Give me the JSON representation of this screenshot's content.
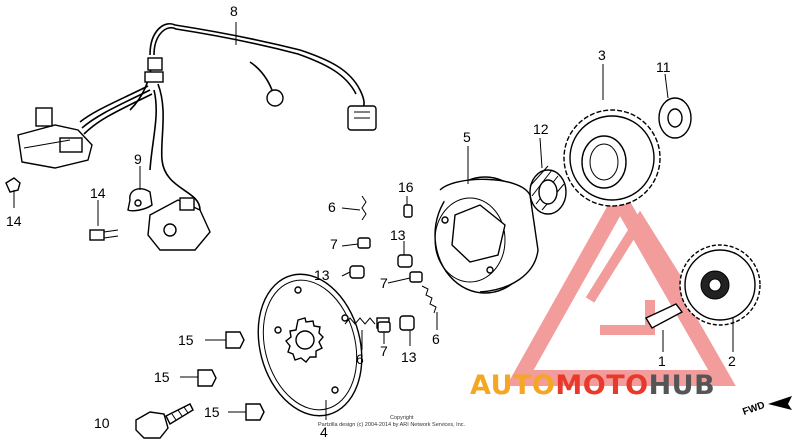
{
  "callouts": [
    {
      "id": "c1",
      "text": "1"
    },
    {
      "id": "c2",
      "text": "2"
    },
    {
      "id": "c3",
      "text": "3"
    },
    {
      "id": "c4",
      "text": "4"
    },
    {
      "id": "c5",
      "text": "5"
    },
    {
      "id": "c6a",
      "text": "6"
    },
    {
      "id": "c6b",
      "text": "6"
    },
    {
      "id": "c6c",
      "text": "6"
    },
    {
      "id": "c7a",
      "text": "7"
    },
    {
      "id": "c7b",
      "text": "7"
    },
    {
      "id": "c7c",
      "text": "7"
    },
    {
      "id": "c8",
      "text": "8"
    },
    {
      "id": "c9",
      "text": "9"
    },
    {
      "id": "c10",
      "text": "10"
    },
    {
      "id": "c11",
      "text": "11"
    },
    {
      "id": "c12",
      "text": "12"
    },
    {
      "id": "c13a",
      "text": "13"
    },
    {
      "id": "c13b",
      "text": "13"
    },
    {
      "id": "c13c",
      "text": "13"
    },
    {
      "id": "c14a",
      "text": "14"
    },
    {
      "id": "c14b",
      "text": "14"
    },
    {
      "id": "c15a",
      "text": "15"
    },
    {
      "id": "c15b",
      "text": "15"
    },
    {
      "id": "c15c",
      "text": "15"
    },
    {
      "id": "c16",
      "text": "16"
    }
  ],
  "logo": {
    "part1": "AUTO",
    "part2": "MOTO",
    "part3": "HUB",
    "color1": "#f5a623",
    "color2": "#e8392b",
    "color3": "#555555"
  },
  "copyright": {
    "line1": "Copyright",
    "line2": "Partzilla design (c) 2004-2014 by ARI Network Services, Inc."
  },
  "direction_label": "FWD"
}
